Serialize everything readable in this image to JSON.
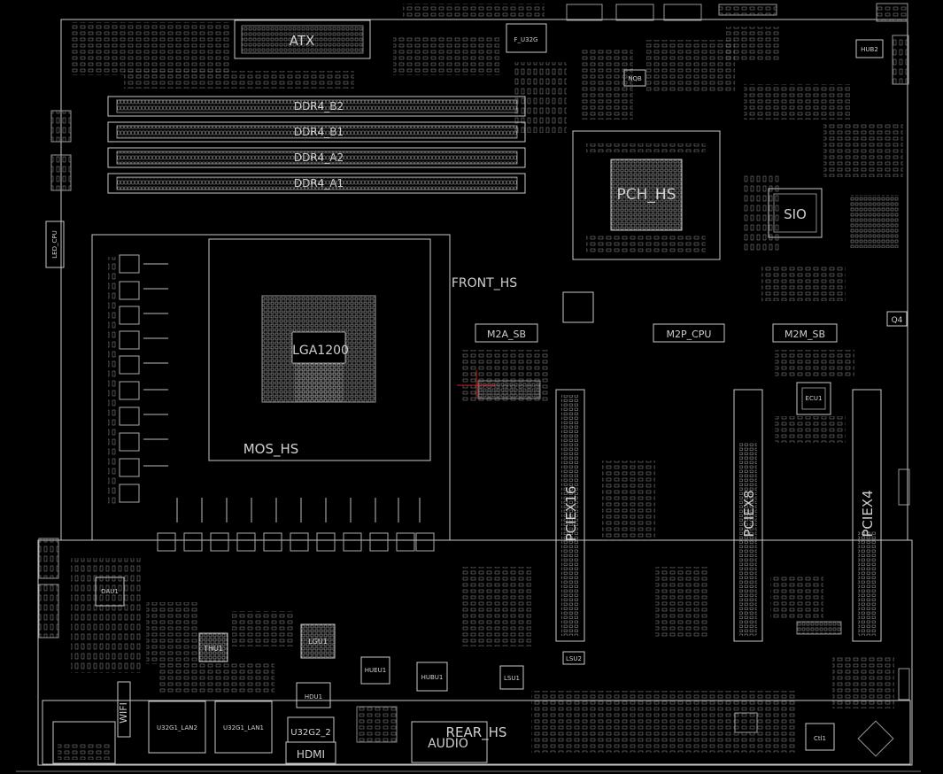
{
  "labels": {
    "atx": "ATX",
    "ddr_b2": "DDR4_B2",
    "ddr_b1": "DDR4_B1",
    "ddr_a2": "DDR4_A2",
    "ddr_a1": "DDR4_A1",
    "pch": "PCH_HS",
    "sio": "SIO",
    "front_hs": "FRONT_HS",
    "lga": "LGA1200",
    "mos_hs": "MOS_HS",
    "m2a": "M2A_SB",
    "m2p": "M2P_CPU",
    "m2m": "M2M_SB",
    "pciex16": "PCIEX16",
    "pciex8": "PCIEX8",
    "pciex4": "PCIEX4",
    "rear_hs": "REAR_HS",
    "audio": "AUDIO",
    "hdmi": "HDMI",
    "u32g2_2": "U32G2_2",
    "u32g1_lan2": "U32G1_LAN2",
    "u32g1_lan1": "U32G1_LAN1",
    "q4": "Q4",
    "hub2": "HUB2",
    "f_u32g": "F_U32G",
    "ecu1": "ECU1",
    "dau1": "DAU1",
    "thu1": "THU1",
    "lgu1": "LGU1",
    "hueu1": "HUEU1",
    "hubu1": "HUBU1",
    "lsu1": "LSU1",
    "ctl1": "Ctl1",
    "wifi": "WIFI",
    "lsu2": "LSU2",
    "nqb": "NQB",
    "led_cpu": "LED_CPU",
    "hdu1": "HDU1"
  },
  "colors": {
    "background": "#000000",
    "outline": "#c8c8c8",
    "dim": "#8a8a8a",
    "marker": "#d02020"
  }
}
